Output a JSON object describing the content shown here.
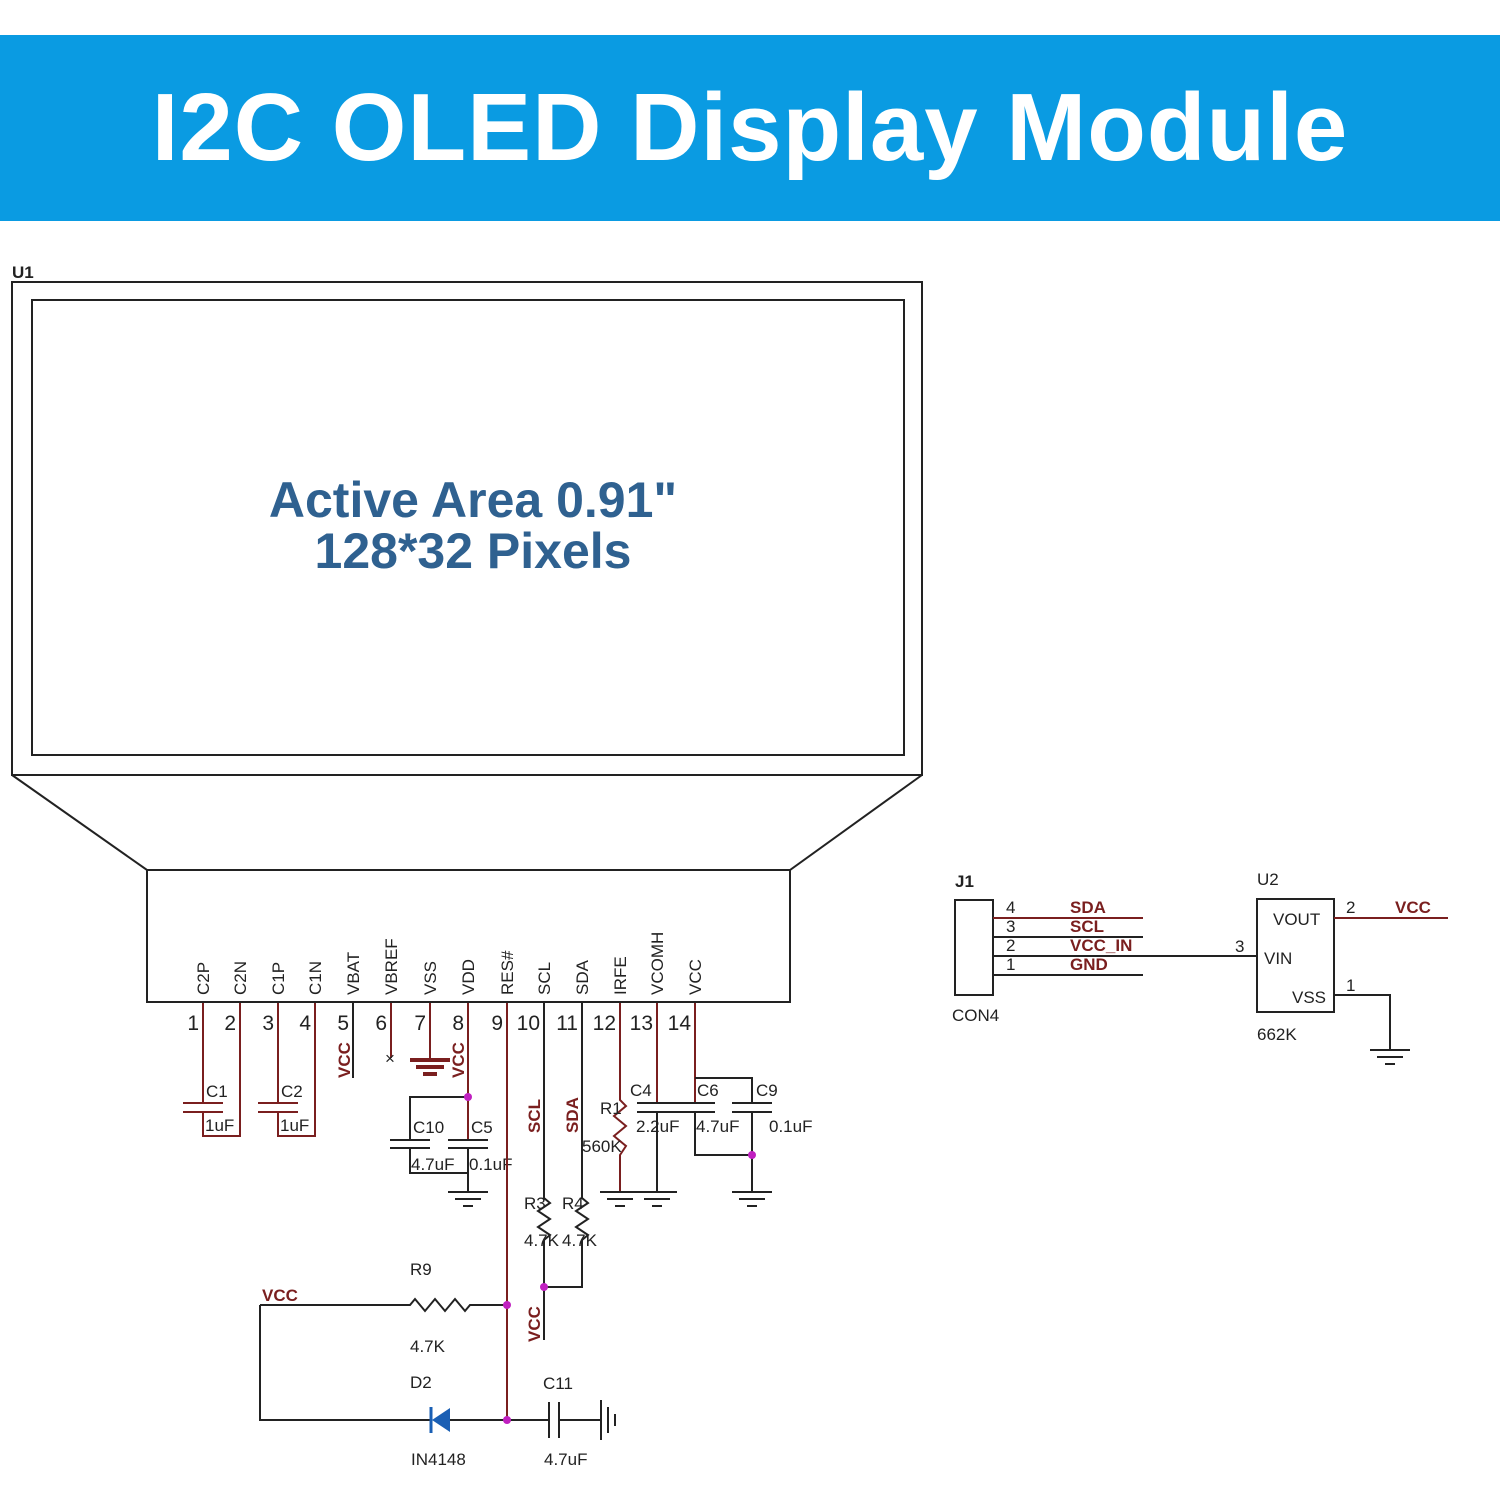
{
  "header": {
    "title": "I2C OLED Display Module",
    "background": "#0a9be2"
  },
  "u1": {
    "ref": "U1",
    "active_area_line1": "Active Area 0.91\"",
    "active_area_line2": "128*32 Pixels",
    "pins": [
      {
        "num": "1",
        "label": "C2P"
      },
      {
        "num": "2",
        "label": "C2N"
      },
      {
        "num": "3",
        "label": "C1P"
      },
      {
        "num": "4",
        "label": "C1N"
      },
      {
        "num": "5",
        "label": "VBAT"
      },
      {
        "num": "6",
        "label": "VBREF"
      },
      {
        "num": "7",
        "label": "VSS"
      },
      {
        "num": "8",
        "label": "VDD"
      },
      {
        "num": "9",
        "label": "RES#"
      },
      {
        "num": "10",
        "label": "SCL"
      },
      {
        "num": "11",
        "label": "SDA"
      },
      {
        "num": "12",
        "label": "IRFE"
      },
      {
        "num": "13",
        "label": "VCOMH"
      },
      {
        "num": "14",
        "label": "VCC"
      }
    ]
  },
  "components": {
    "c1": {
      "ref": "C1",
      "value": "1uF"
    },
    "c2": {
      "ref": "C2",
      "value": "1uF"
    },
    "c10": {
      "ref": "C10",
      "value": "4.7uF"
    },
    "c5": {
      "ref": "C5",
      "value": "0.1uF"
    },
    "r1": {
      "ref": "R1",
      "value": "560K"
    },
    "c4": {
      "ref": "C4",
      "value": "2.2uF"
    },
    "c6": {
      "ref": "C6",
      "value": "4.7uF"
    },
    "c9": {
      "ref": "C9",
      "value": "0.1uF"
    },
    "r3": {
      "ref": "R3",
      "value": "4.7K"
    },
    "r4": {
      "ref": "R4",
      "value": "4.7K"
    },
    "r9": {
      "ref": "R9",
      "value": "4.7K"
    },
    "d2": {
      "ref": "D2",
      "value": "IN4148"
    },
    "c11": {
      "ref": "C11",
      "value": "4.7uF"
    }
  },
  "nets": {
    "vcc": "VCC",
    "scl": "SCL",
    "sda": "SDA"
  },
  "j1": {
    "ref": "J1",
    "part": "CON4",
    "pins": [
      {
        "num": "4",
        "net": "SDA"
      },
      {
        "num": "3",
        "net": "SCL"
      },
      {
        "num": "2",
        "net": "VCC_IN"
      },
      {
        "num": "1",
        "net": "GND"
      }
    ]
  },
  "u2": {
    "ref": "U2",
    "part": "662K",
    "vout": "VOUT",
    "vin": "VIN",
    "vss": "VSS",
    "vout_pin": "2",
    "vin_pin": "3",
    "vss_pin": "1",
    "out_net": "VCC"
  },
  "colors": {
    "wire_red": "#7a1f1f",
    "junction": "#c020c0",
    "active_area_text": "#2f6190",
    "diode": "#1a5fb4"
  }
}
